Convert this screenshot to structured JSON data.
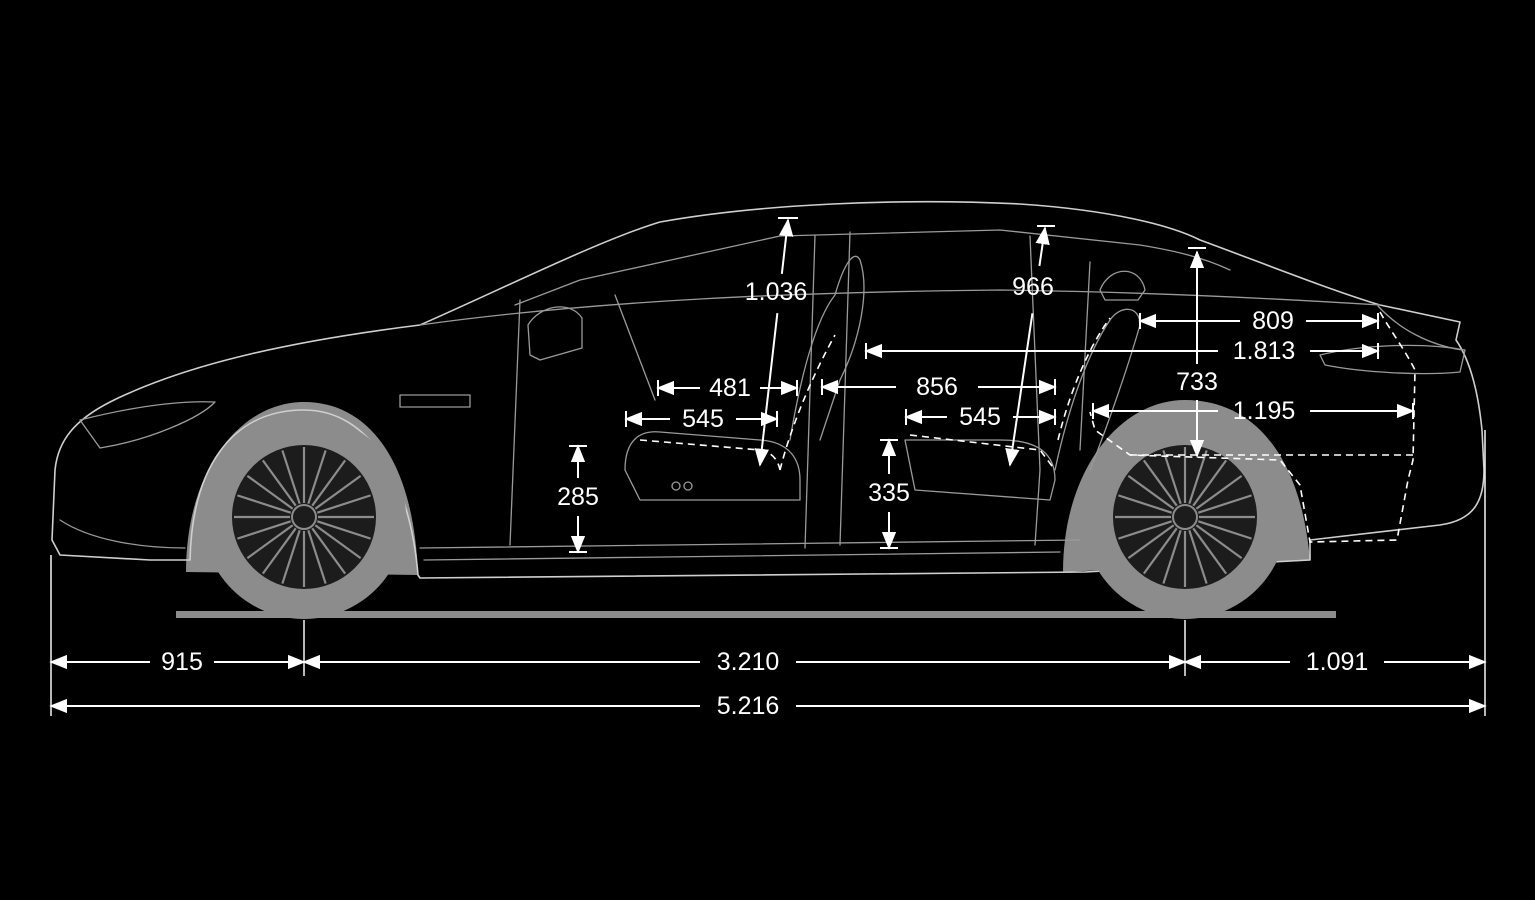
{
  "dimensions": {
    "front_overhang": "915",
    "wheelbase": "3.210",
    "rear_overhang": "1.091",
    "overall_length": "5.216",
    "front_headroom": "1.036",
    "rear_headroom": "966",
    "luggage_height": "733",
    "luggage_length_upper": "809",
    "luggage_length_floor": "1.813",
    "luggage_length_mid": "1.195",
    "front_seat_depth": "481",
    "front_seat_cushion": "545",
    "rear_legroom": "856",
    "rear_seat_cushion": "545",
    "front_seat_height": "285",
    "rear_seat_height": "335"
  },
  "colors": {
    "background": "#000000",
    "outline": "#cfcfcf",
    "wheel": "#8c8c8c",
    "dimension": "#ffffff"
  }
}
